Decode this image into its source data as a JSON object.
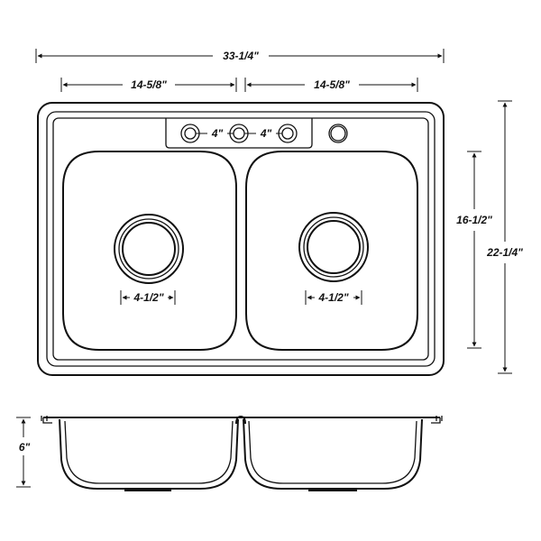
{
  "dimensions": {
    "overall_width": "33-1/4\"",
    "left_bowl_width": "14-5/8\"",
    "right_bowl_width": "14-5/8\"",
    "faucet_spacing_left": "4\"",
    "faucet_spacing_right": "4\"",
    "bowl_length": "16-1/2\"",
    "overall_length": "22-1/4\"",
    "left_drain": "4-1/2\"",
    "right_drain": "4-1/2\"",
    "depth": "6\""
  },
  "colors": {
    "line": "#111111",
    "background": "#ffffff"
  }
}
